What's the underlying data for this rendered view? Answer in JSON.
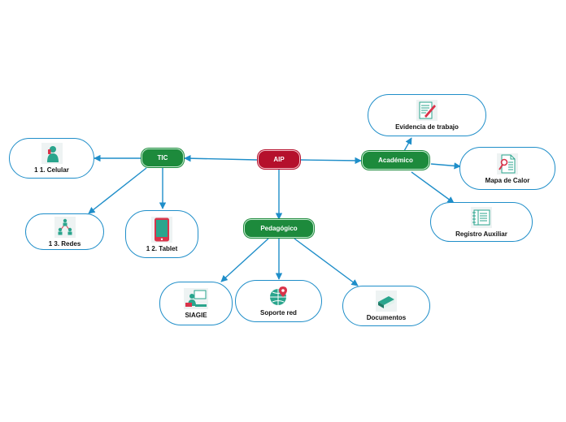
{
  "colors": {
    "root": "#b5102c",
    "branch": "#1d8a3c",
    "connector": "#1f8ec9",
    "icon_teal": "#2aa58d",
    "icon_red": "#d9344a"
  },
  "root": {
    "label": "AIP"
  },
  "branches": {
    "tic": {
      "label": "TIC"
    },
    "pedagogico": {
      "label": "Pedagógico"
    },
    "academico": {
      "label": "Académico"
    }
  },
  "leaves": {
    "celular": {
      "label": "1 1. Celular",
      "icon": "person-phone-icon"
    },
    "redes": {
      "label": "1 3. Redes",
      "icon": "network-people-icon"
    },
    "tablet": {
      "label": "1 2. Tablet",
      "icon": "tablet-icon"
    },
    "siagie": {
      "label": "SIAGIE",
      "icon": "presenter-icon"
    },
    "soporte": {
      "label": "Soporte red",
      "icon": "globe-pin-icon"
    },
    "documentos": {
      "label": "Documentos",
      "icon": "book-icon"
    },
    "evidencia": {
      "label": "Evidencia de trabajo",
      "icon": "document-pen-icon"
    },
    "mapa": {
      "label": "Mapa de Calor",
      "icon": "document-search-icon"
    },
    "registro": {
      "label": "Registro Auxiliar",
      "icon": "notebook-icon"
    }
  }
}
